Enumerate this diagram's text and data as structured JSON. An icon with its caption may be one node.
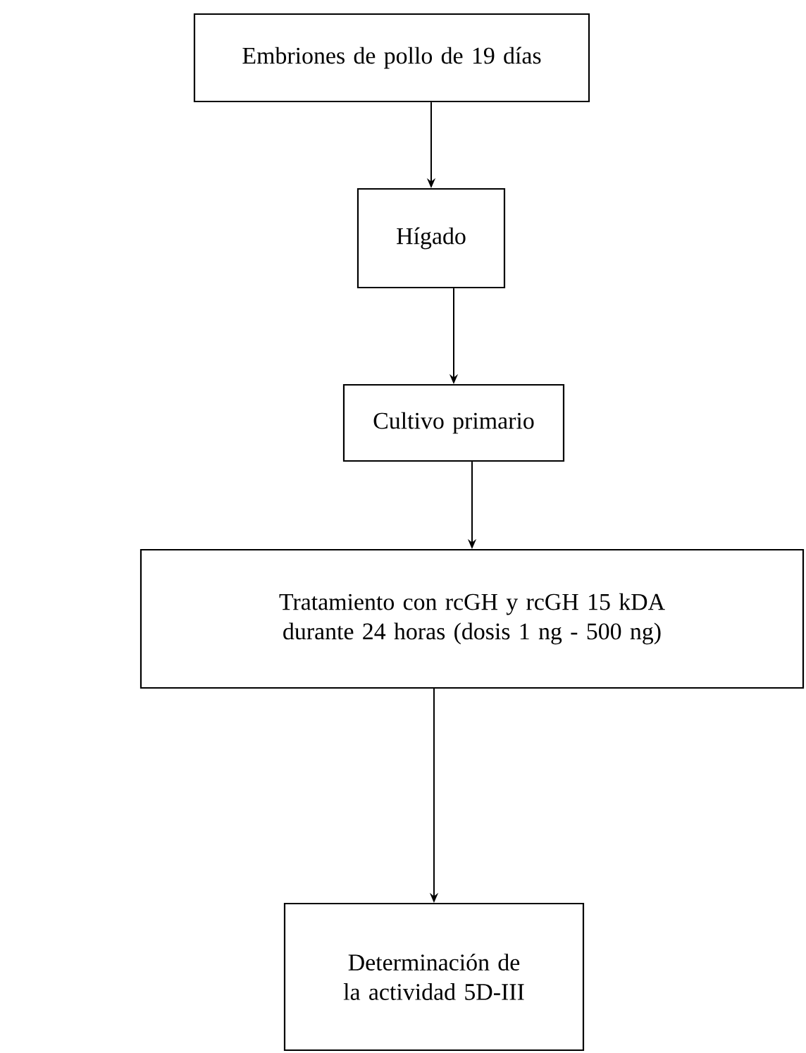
{
  "diagram": {
    "nodes": [
      {
        "text": [
          "Embriones de pollo de 19 días"
        ]
      },
      {
        "text": [
          "Hígado"
        ]
      },
      {
        "text": [
          "Cultivo primario"
        ]
      },
      {
        "text": [
          "Tratamiento con rcGH y rcGH 15 kDA durante 24 horas (dosis 1 ng - 500 ng)"
        ]
      },
      {
        "text": [
          "Determinación de la actividad 5D-III"
        ]
      }
    ],
    "edges": [
      {
        "from": 0,
        "to": 1,
        "arrow": "to"
      },
      {
        "from": 1,
        "to": 2,
        "arrow": "to"
      },
      {
        "from": 2,
        "to": 3,
        "arrow": "to"
      },
      {
        "from": 3,
        "to": 4,
        "arrow": "to"
      }
    ]
  }
}
